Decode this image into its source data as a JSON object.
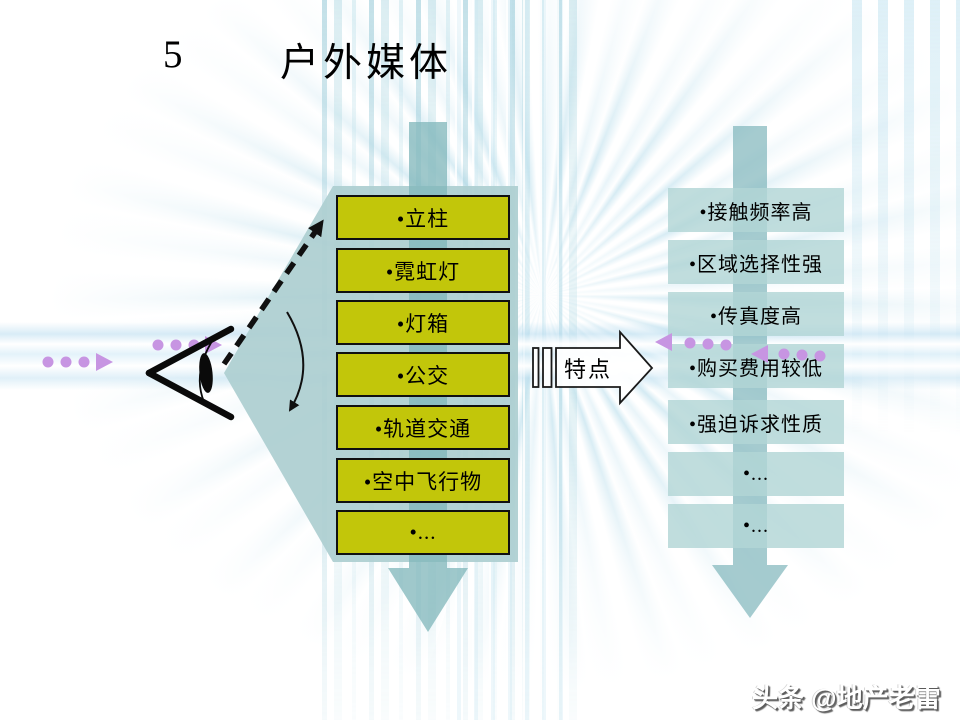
{
  "title": {
    "number": "5",
    "text": "户外媒体"
  },
  "media_list": {
    "items": [
      "•立柱",
      "•霓虹灯",
      "•灯箱",
      "•公交",
      "•轨道交通",
      "•空中飞行物",
      "•..."
    ]
  },
  "features_list": {
    "items": [
      "•接触频率高",
      "•区域选择性强",
      "•传真度高",
      "•购买费用较低",
      "•强迫诉求性质",
      "•...",
      "•..."
    ]
  },
  "connector": {
    "label": "特点"
  },
  "watermark": {
    "text": "头条 @地产老雷"
  },
  "colors": {
    "media_box_fill": "#c2c60a",
    "feature_box_fill": "#b2d6d5",
    "funnel_fill": "#adcfd1",
    "flow_arrow_fill": "#7fb5ba",
    "accent_purple": "#c795e2",
    "outline_black": "#101010"
  },
  "icons": {
    "eye": "eye-icon",
    "dashed_sight_arrow": "dashed-arrow-icon",
    "scan_arc": "arc-arrow-icon",
    "purple_dashes": "dashed-purple-arrow-icon",
    "down_arrows": "down-arrow-icon",
    "striped_arrow": "striped-right-arrow-icon"
  }
}
